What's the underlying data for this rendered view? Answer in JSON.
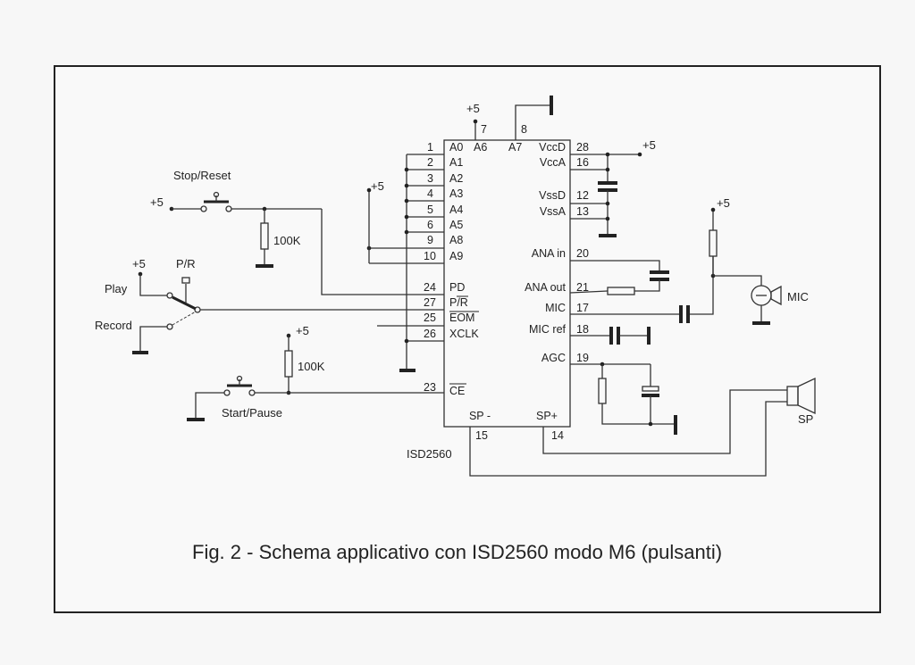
{
  "figure": {
    "caption": "Fig. 2 - Schema applicativo con ISD2560 modo M6 (pulsanti)",
    "ic_name": "ISD2560"
  },
  "ic": {
    "top_pins": [
      {
        "num": "7",
        "name": "A6"
      },
      {
        "num": "8",
        "name": "A7"
      }
    ],
    "left_pins": [
      {
        "num": "1",
        "name": "A0"
      },
      {
        "num": "2",
        "name": "A1"
      },
      {
        "num": "3",
        "name": "A2"
      },
      {
        "num": "4",
        "name": "A3"
      },
      {
        "num": "5",
        "name": "A4"
      },
      {
        "num": "6",
        "name": "A5"
      },
      {
        "num": "9",
        "name": "A8"
      },
      {
        "num": "10",
        "name": "A9"
      },
      {
        "num": "24",
        "name": "PD"
      },
      {
        "num": "27",
        "name": "P/R"
      },
      {
        "num": "25",
        "name": "EOM"
      },
      {
        "num": "26",
        "name": "XCLK"
      },
      {
        "num": "23",
        "name": "CE"
      }
    ],
    "right_pins": [
      {
        "num": "28",
        "name": "VccD"
      },
      {
        "num": "16",
        "name": "VccA"
      },
      {
        "num": "12",
        "name": "VssD"
      },
      {
        "num": "13",
        "name": "VssA"
      },
      {
        "num": "20",
        "name": "ANA in"
      },
      {
        "num": "21",
        "name": "ANA out"
      },
      {
        "num": "17",
        "name": "MIC"
      },
      {
        "num": "18",
        "name": "MIC ref"
      },
      {
        "num": "19",
        "name": "AGC"
      }
    ],
    "bottom_pins": [
      {
        "num": "15",
        "name": "SP -"
      },
      {
        "num": "14",
        "name": "SP+"
      }
    ]
  },
  "labels": {
    "stop_reset": "Stop/Reset",
    "start_pause": "Start/Pause",
    "pr_switch": "P/R",
    "play": "Play",
    "record": "Record",
    "r1": "100K",
    "r2": "100K",
    "mic": "MIC",
    "sp": "SP",
    "plus5": "+5"
  }
}
